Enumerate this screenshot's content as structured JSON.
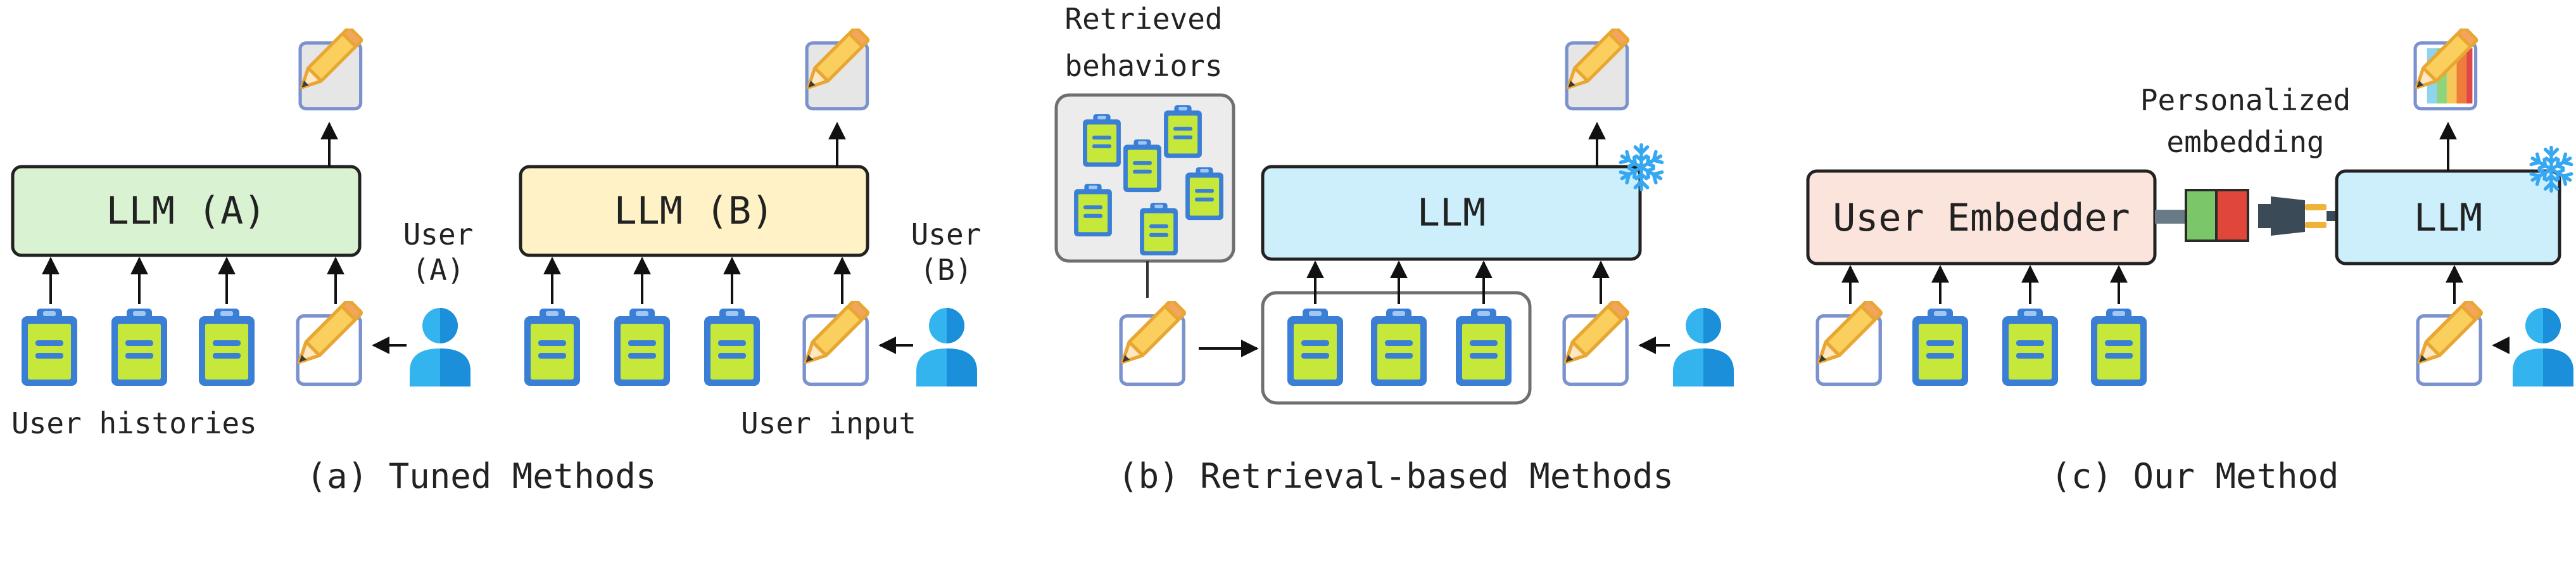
{
  "colors": {
    "llm_a": "#d9f3d2",
    "llm_b": "#fff2c6",
    "llm_frozen": "#cdeefb",
    "embedder": "#fbe4db",
    "clipboard_frame": "#3a7fd5",
    "clipboard_paper": "#c6e83a",
    "user": "#34b4ee",
    "snowflake": "#36a8f2",
    "connector_green": "#7cc66a",
    "connector_red": "#e0473a",
    "plug": "#3b4a57"
  },
  "icons": {
    "clipboard": "clipboard-icon",
    "pencil": "pencil-edit-icon",
    "user": "user-icon",
    "snowflake": "snowflake-icon",
    "plug": "plug-icon"
  },
  "panel_a": {
    "llm_a_label": "LLM (A)",
    "llm_b_label": "LLM (B)",
    "user_a_line1": "User",
    "user_a_line2": "(A)",
    "user_b_line1": "User",
    "user_b_line2": "(B)",
    "user_histories_label": "User histories",
    "user_input_label": "User input",
    "caption": "(a) Tuned Methods"
  },
  "panel_b": {
    "retrieved_line1": "Retrieved",
    "retrieved_line2": "behaviors",
    "llm_label": "LLM",
    "caption": "(b) Retrieval-based Methods"
  },
  "panel_c": {
    "embedder_label": "User Embedder",
    "personalized_line1": "Personalized",
    "personalized_line2": "embedding",
    "llm_label": "LLM",
    "caption": "(c) Our Method"
  }
}
